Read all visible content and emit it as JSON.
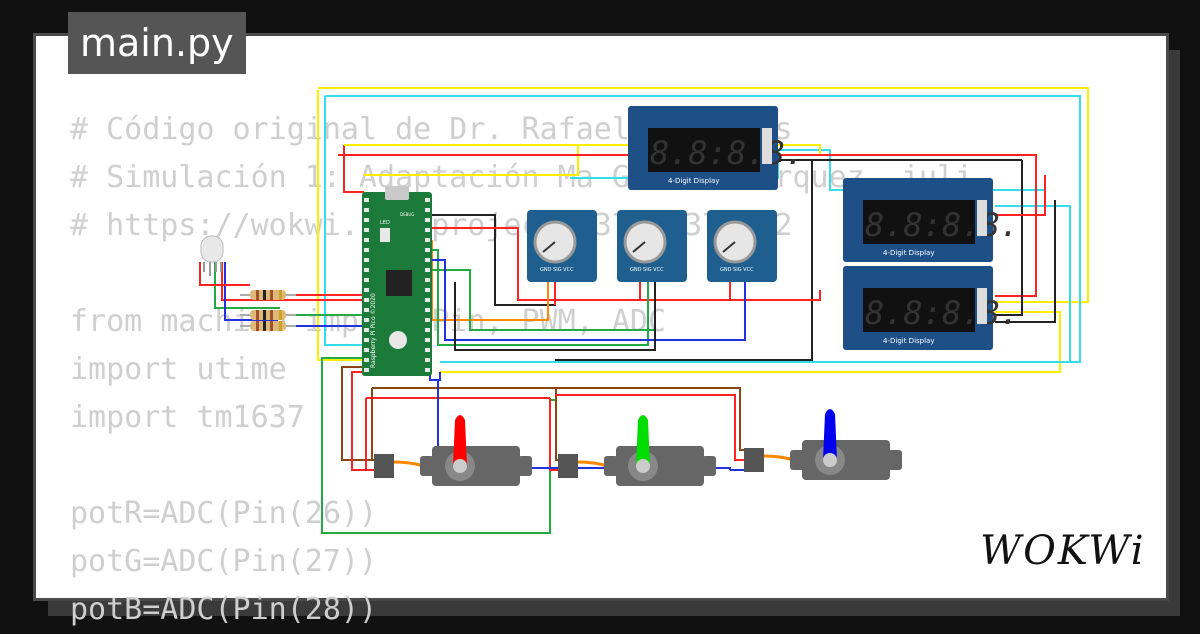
{
  "tab": {
    "filename": "main.py"
  },
  "code_lines": [
    "# Código original de Dr. Rafael Grajales",
    "# Simulación 1: Adaptación Ma García Márquez, juli",
    "# https://wokwi.com/projects/37118371622",
    "",
    "from machine import Pin, PWM, ADC",
    "import utime",
    "import tm1637",
    "",
    "potR=ADC(Pin(26))",
    "potG=ADC(Pin(27))",
    "potB=ADC(Pin(28))"
  ],
  "displays": [
    {
      "label": "4-Digit Display",
      "digits": "8.8:8.8."
    },
    {
      "label": "4-Digit Display",
      "digits": "8.8:8.8."
    },
    {
      "label": "4-Digit Display",
      "digits": "8.8:8.8."
    }
  ],
  "pot_pin_label": "GND SIG VCC",
  "pico": {
    "silkscreen": "Raspberry Pi Pico ©2020",
    "led_label": "LED",
    "debug_label": "DEBUG"
  },
  "servo_horn_colors": [
    "#ff0000",
    "#00dd00",
    "#0000ee"
  ],
  "brand": "WOKWi"
}
